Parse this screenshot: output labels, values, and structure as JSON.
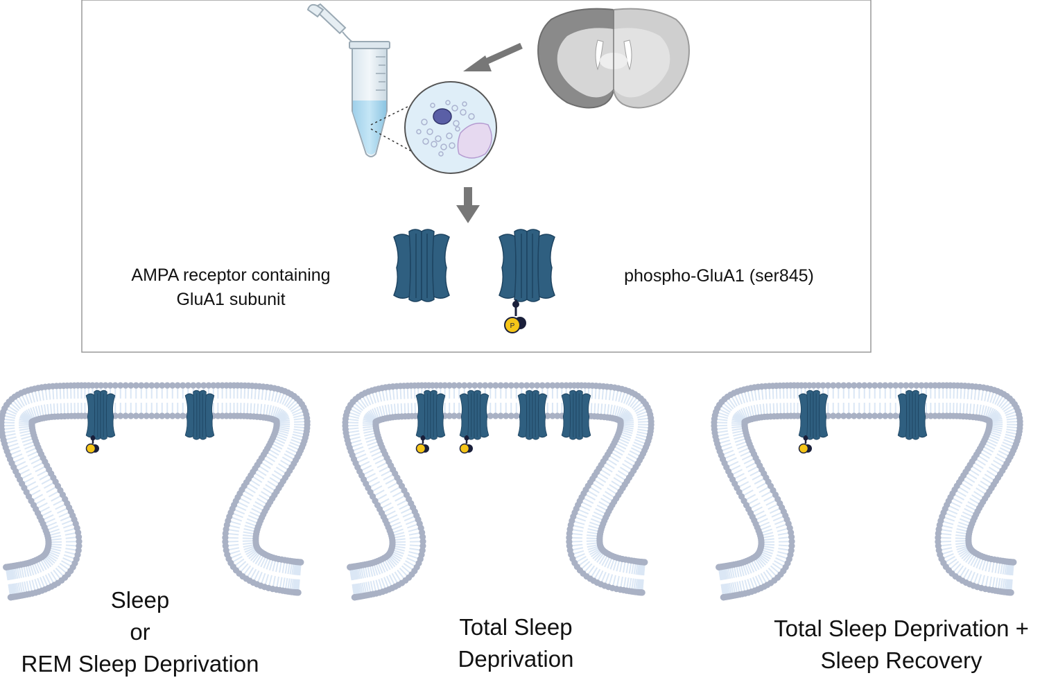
{
  "legend": {
    "receptor_label_line1": "AMPA receptor containing",
    "receptor_label_line2": "GluA1 subunit",
    "phospho_label": "phospho-GluA1 (ser845)",
    "phospho_marker": "P"
  },
  "conditions": [
    {
      "lines": [
        "Sleep",
        "or",
        "REM Sleep Deprivation"
      ],
      "receptors": 2,
      "phosphorylated": 1
    },
    {
      "lines": [
        "Total Sleep",
        "Deprivation"
      ],
      "receptors": 4,
      "phosphorylated": 2
    },
    {
      "lines": [
        "Total Sleep Deprivation +",
        "Sleep Recovery"
      ],
      "receptors": 2,
      "phosphorylated": 1
    }
  ],
  "icons": {
    "tube": "microcentrifuge-tube-icon",
    "brain": "coronal-brain-section-icon",
    "cell": "synaptosome-icon",
    "receptor": "ampa-receptor-icon"
  },
  "colors": {
    "receptor": "#2f5f80",
    "receptor_dark": "#1d4360",
    "phospho": "#f5c518",
    "lipid_head": "#a9b1c4",
    "lipid_tail": "#dbe7f5",
    "arrow": "#777777",
    "panel_border": "#999999"
  }
}
